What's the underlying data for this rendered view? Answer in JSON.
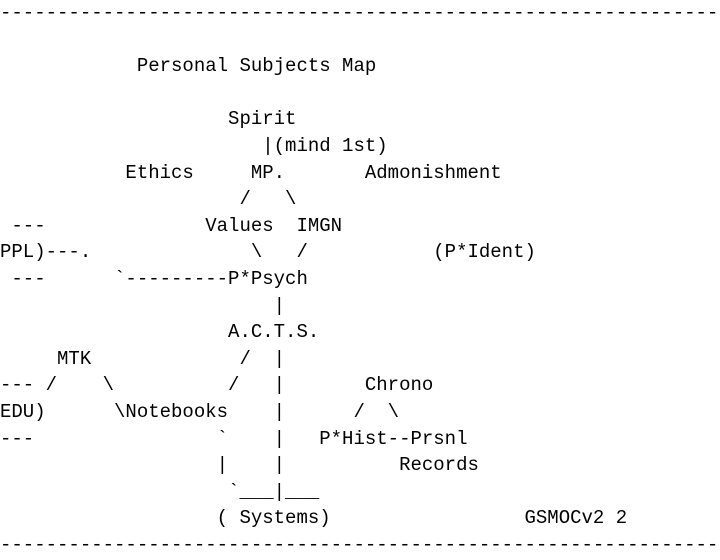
{
  "title": "Personal Subjects Map",
  "version_tag": "GSMOCv2 2",
  "colors": {
    "text": "#000000",
    "background": "#ffffff"
  },
  "nodes": [
    "Spirit",
    "MP.",
    "Ethics",
    "Admonishment",
    "Values",
    "IMGN",
    "PPL",
    "P*Ident",
    "P*Psych",
    "A.C.T.S.",
    "MTK",
    "EDU",
    "Notebooks",
    "Chrono",
    "P*Hist",
    "Prsnl Records",
    "Systems"
  ],
  "annotations": [
    "(mind 1st)"
  ],
  "lines": [
    "---------------------------------------------------------------",
    "",
    "            Personal Subjects Map",
    "",
    "                    Spirit",
    "                       |(mind 1st)",
    "           Ethics     MP.       Admonishment",
    "                     /   \\",
    " ---              Values  IMGN",
    "PPL)---.              \\   /           (P*Ident)",
    " ---      `---------P*Psych",
    "                        |",
    "                    A.C.T.S.",
    "     MTK             /  |",
    "--- /    \\          /   |       Chrono",
    "EDU)      \\Notebooks    |      /  \\",
    "---                `    |   P*Hist--Prsnl",
    "                   |    |          Records",
    "                    `___|___",
    "                   ( Systems)                 GSMOCv2 2",
    "---------------------------------------------------------------"
  ]
}
